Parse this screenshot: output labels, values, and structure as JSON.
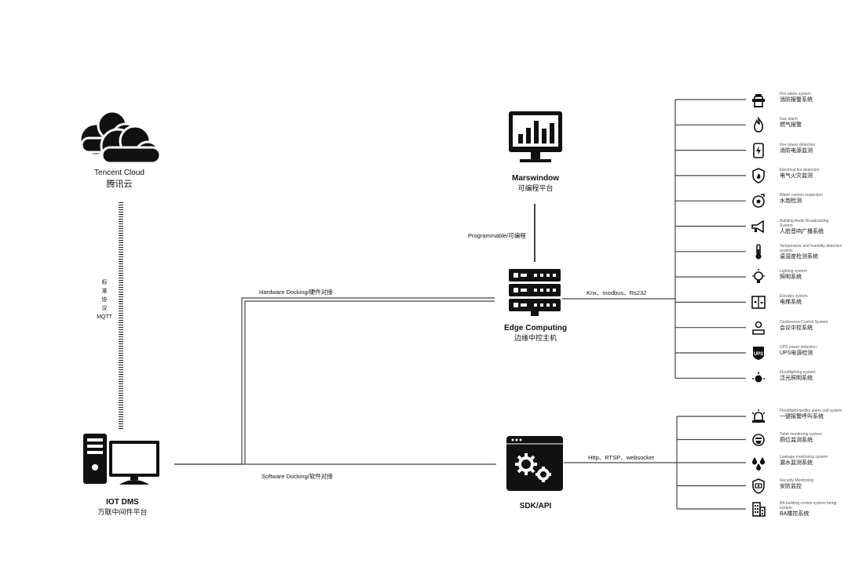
{
  "nodes": {
    "cloud": {
      "en": "Tencent Cloud",
      "cn": "腾讯云"
    },
    "mars": {
      "en": "Marswindow",
      "cn": "可编程平台"
    },
    "edge": {
      "en": "Edge Computing",
      "cn": "边缘中控主机"
    },
    "iot": {
      "en": "IOT DMS",
      "cn": "万联中间件平台"
    },
    "sdk": {
      "en": "SDK/API"
    }
  },
  "links": {
    "mqtt": [
      "标",
      "准",
      "协",
      "议",
      "MQTT"
    ],
    "programmable": "Programmable/可编程",
    "hardware": "Hardware Docking/硬件对接",
    "software": "Software Docking/软件对接",
    "knx": "Knx、modbus、Rs232",
    "http": "Http、RTSP、websocket"
  },
  "edge_systems": [
    {
      "en": "Fire alarm system",
      "cn": "消防报警系统",
      "icon": "hydrant-icon"
    },
    {
      "en": "Gas alarm",
      "cn": "燃气报警",
      "icon": "flame-icon"
    },
    {
      "en": "Fire power detection",
      "cn": "消防电源监测",
      "icon": "power-phone-icon"
    },
    {
      "en": "Electrical fire detection",
      "cn": "电气火灾监测",
      "icon": "fire-shield-icon"
    },
    {
      "en": "Water cannon inspection",
      "cn": "水炮检测",
      "icon": "water-cannon-icon"
    },
    {
      "en": "Building Audio Broadcasting System",
      "cn": "人脸音响广播系统",
      "icon": "megaphone-icon"
    },
    {
      "en": "Temperature and humidity detection system",
      "cn": "温湿度检测系统",
      "icon": "thermometer-icon"
    },
    {
      "en": "Lighting system",
      "cn": "照明系统",
      "icon": "bulb-icon"
    },
    {
      "en": "Elevator system",
      "cn": "电梯系统",
      "icon": "elevator-icon"
    },
    {
      "en": "Conference Control System",
      "cn": "会议中控系统",
      "icon": "conference-icon"
    },
    {
      "en": "UPS power detection",
      "cn": "UPS电源检测",
      "icon": "ups-icon"
    },
    {
      "en": "Floodlighting system",
      "cn": "泛光照明系统",
      "icon": "floodlight-icon"
    }
  ],
  "sdk_systems": [
    {
      "en": "Floodlight/medley alarm call system",
      "cn": "一键报警呼叫系统",
      "icon": "alarm-siren-icon"
    },
    {
      "en": "Toilet monitoring system",
      "cn": "厕位监测系统",
      "icon": "toilet-icon"
    },
    {
      "en": "Leakage monitoring system",
      "cn": "漏水监测系统",
      "icon": "water-drops-icon"
    },
    {
      "en": "Security Monitoring",
      "cn": "安防监控",
      "icon": "security-shield-icon"
    },
    {
      "en": "BA building control system hiring system",
      "cn": "BA楼控系统",
      "icon": "building-icon"
    }
  ]
}
